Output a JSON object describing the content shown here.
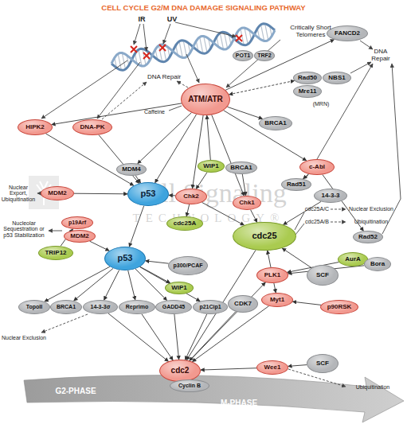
{
  "diagram": {
    "title": "CELL CYCLE G2/M DNA DAMAGE SIGNALING PATHWAY",
    "nodes": [
      {
        "text": [
          "POT1"
        ]
      },
      {
        "text": [
          "TRF2"
        ]
      },
      {
        "text": [
          "FANCD2"
        ]
      },
      {
        "text": [
          "Rad50"
        ]
      },
      {
        "text": [
          "NBS1"
        ]
      },
      {
        "text": [
          "Mre11"
        ]
      },
      {
        "text": [
          "ATM/ATR"
        ]
      },
      {
        "text": [
          "HIPK2"
        ]
      },
      {
        "text": [
          "DNA-PK"
        ]
      },
      {
        "text": [
          "BRCA1"
        ]
      },
      {
        "text": [
          "MDM4"
        ]
      },
      {
        "text": [
          "WIP1"
        ]
      },
      {
        "text": [
          "BRCA1"
        ]
      },
      {
        "text": [
          "c-Abl"
        ]
      },
      {
        "text": [
          "MDM2"
        ]
      },
      {
        "text": [
          "p53"
        ]
      },
      {
        "text": [
          "Chk2"
        ]
      },
      {
        "text": [
          "Chk1"
        ]
      },
      {
        "text": [
          "14-3-3"
        ]
      },
      {
        "text": [
          "cdc25A"
        ]
      },
      {
        "text": [
          "Rad51"
        ]
      },
      {
        "text": [
          "Rad52"
        ]
      },
      {
        "text": [
          "cdc25"
        ]
      },
      {
        "text": [
          "p19Arf"
        ]
      },
      {
        "text": [
          "MDM2"
        ]
      },
      {
        "text": [
          "TRIP12"
        ]
      },
      {
        "text": [
          "p53"
        ]
      },
      {
        "text": [
          "p300/PCAF"
        ]
      },
      {
        "text": [
          "AurA"
        ]
      },
      {
        "text": [
          "Bora"
        ]
      },
      {
        "text": [
          "PLK1"
        ]
      },
      {
        "text": [
          "SCF"
        ]
      },
      {
        "text": [
          "WIP1"
        ]
      },
      {
        "text": [
          "TopoII"
        ]
      },
      {
        "text": [
          "BRCA1"
        ]
      },
      {
        "text": [
          "14-3-3σ"
        ]
      },
      {
        "text": [
          "Reprimo"
        ]
      },
      {
        "text": [
          "GADD45"
        ]
      },
      {
        "text": [
          "p21Cip1"
        ]
      },
      {
        "text": [
          "CDK7"
        ]
      },
      {
        "text": [
          "Myt1"
        ]
      },
      {
        "text": [
          "p90RSK"
        ]
      },
      {
        "text": [
          "Wee1"
        ]
      },
      {
        "text": [
          "SCF"
        ]
      },
      {
        "text": [
          "cdc2"
        ]
      },
      {
        "text": [
          "Cyclin B"
        ]
      }
    ],
    "edges": [
      {
        "from": 6,
        "to": 7,
        "arrow": "to"
      },
      {
        "from": 6,
        "to": 15,
        "arrow": "to"
      },
      {
        "from": 6,
        "to": 10,
        "arrow": "to"
      },
      {
        "from": 11,
        "to": 6,
        "arrow": "to"
      },
      {
        "from": 6,
        "to": 16,
        "arrow": "to"
      },
      {
        "from": 6,
        "to": 17,
        "arrow": "to"
      },
      {
        "from": 6,
        "to": 9,
        "arrow": "to"
      },
      {
        "from": 6,
        "to": 13,
        "arrow": "to"
      },
      {
        "from": 6,
        "to": 3,
        "arrow": "both"
      },
      {
        "from": 6,
        "to": 2,
        "arrow": "to"
      },
      {
        "from": 7,
        "to": 15,
        "arrow": "to"
      },
      {
        "from": 8,
        "to": 15,
        "arrow": "to"
      },
      {
        "from": 14,
        "to": 15,
        "arrow": "to"
      },
      {
        "from": 10,
        "to": 15,
        "arrow": "to"
      },
      {
        "from": 16,
        "to": 15,
        "arrow": "to"
      },
      {
        "from": 11,
        "to": 16,
        "arrow": "to"
      },
      {
        "from": 12,
        "to": 17,
        "arrow": "to"
      },
      {
        "from": 16,
        "to": 19,
        "arrow": "to"
      },
      {
        "from": 16,
        "to": 22,
        "arrow": "to"
      },
      {
        "from": 17,
        "to": 22,
        "arrow": "to"
      },
      {
        "from": 13,
        "to": 20,
        "arrow": "to"
      },
      {
        "from": 13,
        "to": 21,
        "arrow": "to"
      },
      {
        "from": 18,
        "to": 22,
        "arrow": "to"
      },
      {
        "from": 15,
        "to": 26,
        "arrow": "to"
      },
      {
        "from": 25,
        "to": 23,
        "arrow": "to"
      },
      {
        "from": 24,
        "to": 26,
        "arrow": "to"
      },
      {
        "from": 27,
        "to": 26,
        "arrow": "to"
      },
      {
        "from": 26,
        "to": 33,
        "arrow": "to"
      },
      {
        "from": 26,
        "to": 34,
        "arrow": "to"
      },
      {
        "from": 26,
        "to": 35,
        "arrow": "to"
      },
      {
        "from": 26,
        "to": 36,
        "arrow": "to"
      },
      {
        "from": 26,
        "to": 37,
        "arrow": "to"
      },
      {
        "from": 26,
        "to": 38,
        "arrow": "to"
      },
      {
        "from": 26,
        "to": 32,
        "arrow": "to"
      },
      {
        "from": 36,
        "to": 44,
        "arrow": "to"
      },
      {
        "from": 37,
        "to": 44,
        "arrow": "to"
      },
      {
        "from": 38,
        "to": 44,
        "arrow": "to"
      },
      {
        "from": 39,
        "to": 44,
        "arrow": "to"
      },
      {
        "from": 22,
        "to": 44,
        "arrow": "to"
      },
      {
        "from": 30,
        "to": 22,
        "arrow": "to"
      },
      {
        "from": 30,
        "to": 40,
        "arrow": "to"
      },
      {
        "from": 28,
        "to": 30,
        "arrow": "to"
      },
      {
        "from": 29,
        "to": 30,
        "arrow": "to"
      },
      {
        "from": 31,
        "to": 22,
        "arrow": "to"
      },
      {
        "from": 41,
        "to": 40,
        "arrow": "to"
      },
      {
        "from": 40,
        "to": 44,
        "arrow": "to"
      },
      {
        "from": 42,
        "to": 44,
        "arrow": "to"
      },
      {
        "from": 44,
        "to": 30,
        "arrow": "to"
      },
      {
        "from": 43,
        "to": 42,
        "arrow": "to"
      },
      {
        "from": 35,
        "to": 44,
        "arrow": "to"
      }
    ],
    "labels": [
      "IR",
      "UV",
      "Critically Short Telomeres",
      "DNA Repair",
      "(MRN)",
      "DNA Repair",
      "Caffeine",
      "Nuclear Export, Ubiquitination",
      "Nucleolar Sequestration or p53 Stabilization",
      "cdc25A/C",
      "Nuclear Exclusion",
      "cdc25A/B",
      "Ubiquitination",
      "Nuclear Exclusion",
      "Ubiquitination",
      "G2-PHASE",
      "M-PHASE",
      "Cell Signaling",
      "TECHNOLOGY®"
    ]
  }
}
